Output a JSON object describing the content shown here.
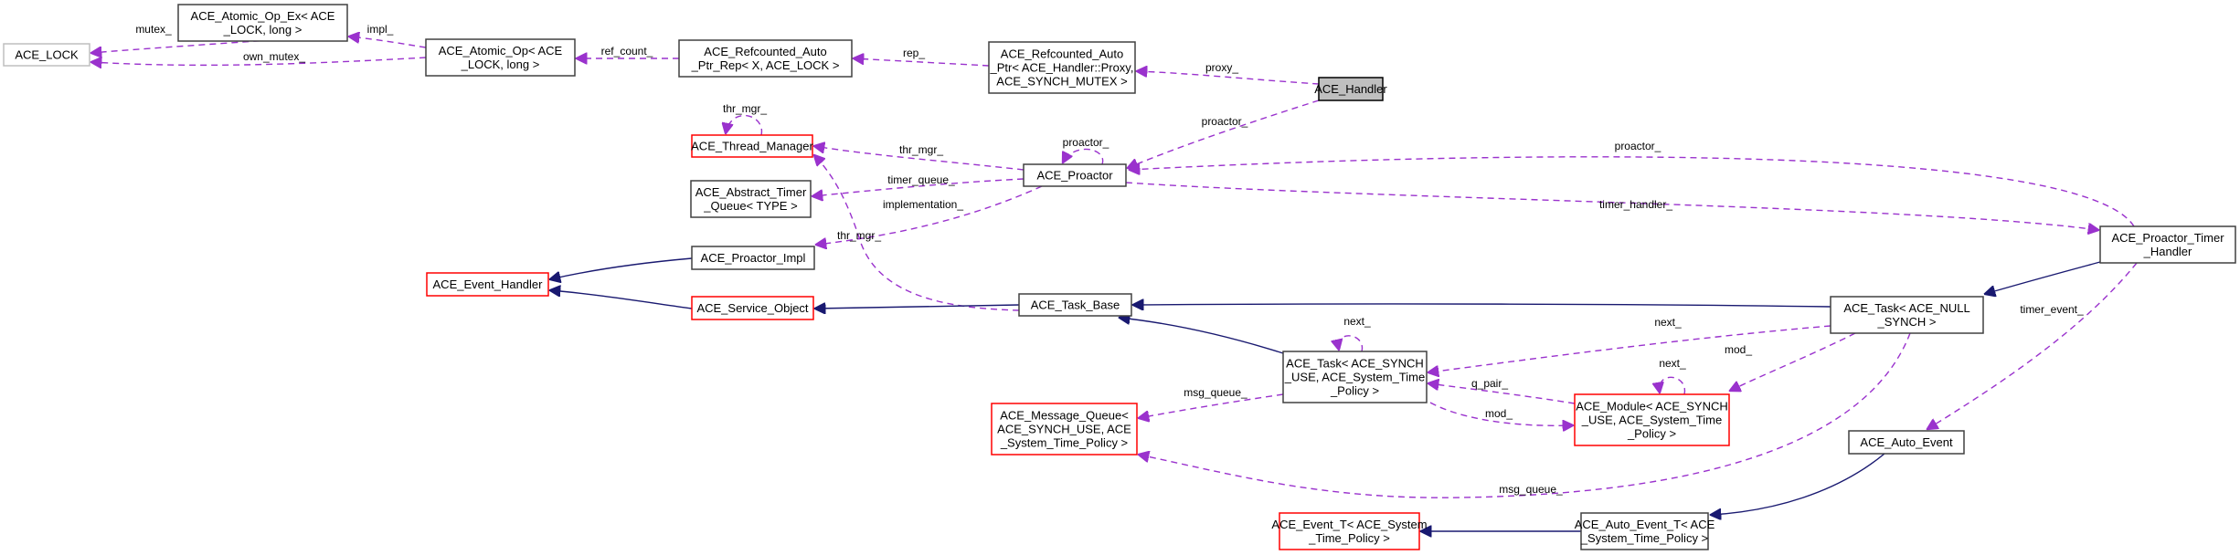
{
  "diagram": {
    "title": "ACE_Handler collaboration graph",
    "colors": {
      "usage_edge": "#9a32cd",
      "inheritance_edge": "#191970",
      "documented_border": "#404040",
      "undocumented_border": "#ff0000",
      "external_border": "#bfbfbf",
      "focus_fill": "#bfbfbf"
    },
    "nodes": [
      {
        "id": "ace_lock",
        "lines": [
          "ACE_LOCK"
        ],
        "style": "gray"
      },
      {
        "id": "atomic_op_ex",
        "lines": [
          "ACE_Atomic_Op_Ex< ACE",
          "_LOCK, long >"
        ],
        "style": "normal"
      },
      {
        "id": "atomic_op",
        "lines": [
          "ACE_Atomic_Op< ACE",
          "_LOCK, long >"
        ],
        "style": "normal"
      },
      {
        "id": "refcounted_rep",
        "lines": [
          "ACE_Refcounted_Auto",
          "_Ptr_Rep< X, ACE_LOCK >"
        ],
        "style": "normal"
      },
      {
        "id": "refcounted_ptr",
        "lines": [
          "ACE_Refcounted_Auto",
          "_Ptr< ACE_Handler::Proxy,",
          "ACE_SYNCH_MUTEX >"
        ],
        "style": "normal"
      },
      {
        "id": "ace_handler",
        "lines": [
          "ACE_Handler"
        ],
        "style": "focus"
      },
      {
        "id": "thread_manager",
        "lines": [
          "ACE_Thread_Manager"
        ],
        "style": "red"
      },
      {
        "id": "proactor",
        "lines": [
          "ACE_Proactor"
        ],
        "style": "normal"
      },
      {
        "id": "abstract_timer_queue",
        "lines": [
          "ACE_Abstract_Timer",
          "_Queue< TYPE >"
        ],
        "style": "normal"
      },
      {
        "id": "proactor_impl",
        "lines": [
          "ACE_Proactor_Impl"
        ],
        "style": "normal"
      },
      {
        "id": "event_handler",
        "lines": [
          "ACE_Event_Handler"
        ],
        "style": "red"
      },
      {
        "id": "service_object",
        "lines": [
          "ACE_Service_Object"
        ],
        "style": "red"
      },
      {
        "id": "task_base",
        "lines": [
          "ACE_Task_Base"
        ],
        "style": "normal"
      },
      {
        "id": "proactor_timer_handler",
        "lines": [
          "ACE_Proactor_Timer",
          "_Handler"
        ],
        "style": "normal"
      },
      {
        "id": "task_null_synch",
        "lines": [
          "ACE_Task< ACE_NULL",
          "_SYNCH >"
        ],
        "style": "normal"
      },
      {
        "id": "task_synch_use",
        "lines": [
          "ACE_Task< ACE_SYNCH",
          "_USE, ACE_System_Time",
          "_Policy >"
        ],
        "style": "normal"
      },
      {
        "id": "message_queue",
        "lines": [
          "ACE_Message_Queue<",
          "ACE_SYNCH_USE, ACE",
          "_System_Time_Policy >"
        ],
        "style": "red"
      },
      {
        "id": "module",
        "lines": [
          "ACE_Module< ACE_SYNCH",
          "_USE, ACE_System_Time",
          "_Policy >"
        ],
        "style": "red"
      },
      {
        "id": "auto_event",
        "lines": [
          "ACE_Auto_Event"
        ],
        "style": "normal"
      },
      {
        "id": "event_t",
        "lines": [
          "ACE_Event_T< ACE_System",
          "_Time_Policy >"
        ],
        "style": "red"
      },
      {
        "id": "auto_event_t",
        "lines": [
          "ACE_Auto_Event_T< ACE",
          "_System_Time_Policy >"
        ],
        "style": "normal"
      }
    ],
    "edges": [
      {
        "from": "atomic_op_ex",
        "to": "ace_lock",
        "kind": "use",
        "label": "mutex_"
      },
      {
        "from": "atomic_op",
        "to": "ace_lock",
        "kind": "use",
        "label": "own_mutex_"
      },
      {
        "from": "atomic_op",
        "to": "atomic_op_ex",
        "kind": "use",
        "label": "impl_"
      },
      {
        "from": "refcounted_rep",
        "to": "atomic_op",
        "kind": "use",
        "label": "ref_count_"
      },
      {
        "from": "refcounted_ptr",
        "to": "refcounted_rep",
        "kind": "use",
        "label": "rep_"
      },
      {
        "from": "ace_handler",
        "to": "refcounted_ptr",
        "kind": "use",
        "label": "proxy_"
      },
      {
        "from": "ace_handler",
        "to": "proactor",
        "kind": "use",
        "label": "proactor_"
      },
      {
        "from": "thread_manager",
        "to": "thread_manager",
        "kind": "use",
        "label": "thr_mgr_"
      },
      {
        "from": "proactor",
        "to": "proactor",
        "kind": "use",
        "label": "proactor_"
      },
      {
        "from": "proactor",
        "to": "thread_manager",
        "kind": "use",
        "label": "thr_mgr_"
      },
      {
        "from": "proactor",
        "to": "abstract_timer_queue",
        "kind": "use",
        "label": "timer_queue_"
      },
      {
        "from": "proactor",
        "to": "proactor_impl",
        "kind": "use",
        "label": "implementation_"
      },
      {
        "from": "proactor",
        "to": "proactor_timer_handler",
        "kind": "use",
        "label": "timer_handler_"
      },
      {
        "from": "proactor_timer_handler",
        "to": "proactor",
        "kind": "use",
        "label": "proactor_"
      },
      {
        "from": "task_base",
        "to": "thread_manager",
        "kind": "use",
        "label": "thr_mgr_"
      },
      {
        "from": "proactor_impl",
        "to": "event_handler",
        "kind": "inherit",
        "label": ""
      },
      {
        "from": "service_object",
        "to": "event_handler",
        "kind": "inherit",
        "label": ""
      },
      {
        "from": "task_base",
        "to": "service_object",
        "kind": "inherit",
        "label": ""
      },
      {
        "from": "task_null_synch",
        "to": "task_base",
        "kind": "inherit",
        "label": ""
      },
      {
        "from": "proactor_timer_handler",
        "to": "task_null_synch",
        "kind": "inherit",
        "label": ""
      },
      {
        "from": "task_synch_use",
        "to": "task_base",
        "kind": "inherit",
        "label": ""
      },
      {
        "from": "task_synch_use",
        "to": "task_synch_use",
        "kind": "use",
        "label": "next_"
      },
      {
        "from": "task_null_synch",
        "to": "task_synch_use",
        "kind": "use",
        "label": "next_"
      },
      {
        "from": "task_null_synch",
        "to": "module",
        "kind": "use",
        "label": "mod_"
      },
      {
        "from": "task_null_synch",
        "to": "message_queue",
        "kind": "use",
        "label": "msg_queue_"
      },
      {
        "from": "task_synch_use",
        "to": "message_queue",
        "kind": "use",
        "label": "msg_queue_"
      },
      {
        "from": "module",
        "to": "task_synch_use",
        "kind": "use",
        "label": "q_pair_"
      },
      {
        "from": "task_synch_use",
        "to": "module",
        "kind": "use",
        "label": "mod_"
      },
      {
        "from": "module",
        "to": "module",
        "kind": "use",
        "label": "next_"
      },
      {
        "from": "proactor_timer_handler",
        "to": "auto_event",
        "kind": "use",
        "label": "timer_event_"
      },
      {
        "from": "auto_event",
        "to": "auto_event_t",
        "kind": "inherit",
        "label": ""
      },
      {
        "from": "auto_event_t",
        "to": "event_t",
        "kind": "inherit",
        "label": ""
      }
    ]
  }
}
